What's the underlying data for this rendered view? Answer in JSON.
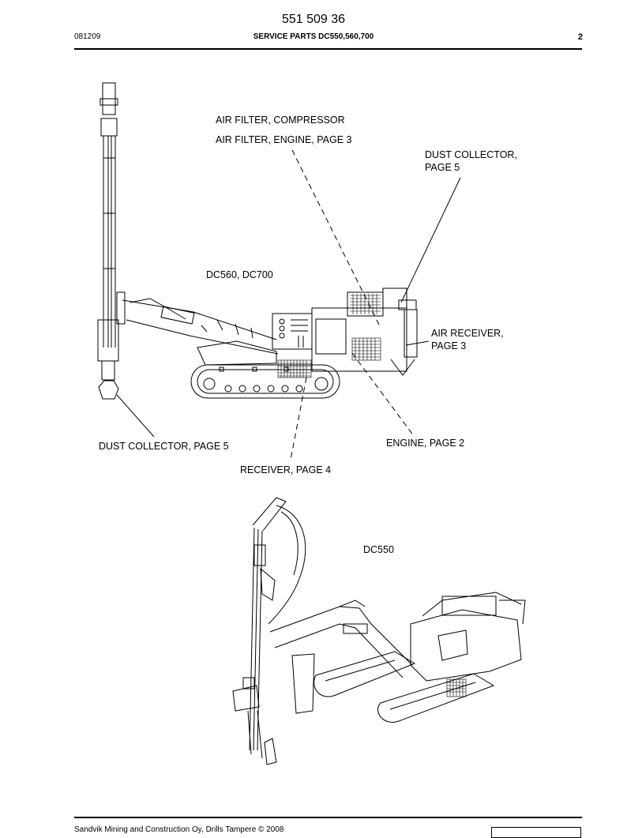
{
  "header": {
    "doc_number": "551 509 36",
    "date": "081209",
    "title": "SERVICE PARTS DC550,560,700",
    "page": "2"
  },
  "callouts": {
    "air_filter_compressor": "AIR FILTER, COMPRESSOR",
    "air_filter_engine": "AIR FILTER, ENGINE, PAGE 3",
    "dust_collector_right_1": "DUST COLLECTOR,",
    "dust_collector_right_2": "PAGE 5",
    "model_top": "DC560, DC700",
    "air_receiver_1": "AIR RECEIVER,",
    "air_receiver_2": "PAGE 3",
    "dust_collector_left": "DUST COLLECTOR, PAGE 5",
    "engine": "ENGINE, PAGE 2",
    "receiver": "RECEIVER, PAGE 4",
    "model_bottom": "DC550"
  },
  "footer": {
    "copyright": "Sandvik Mining and Construction Oy, Drills Tampere © 2008"
  }
}
